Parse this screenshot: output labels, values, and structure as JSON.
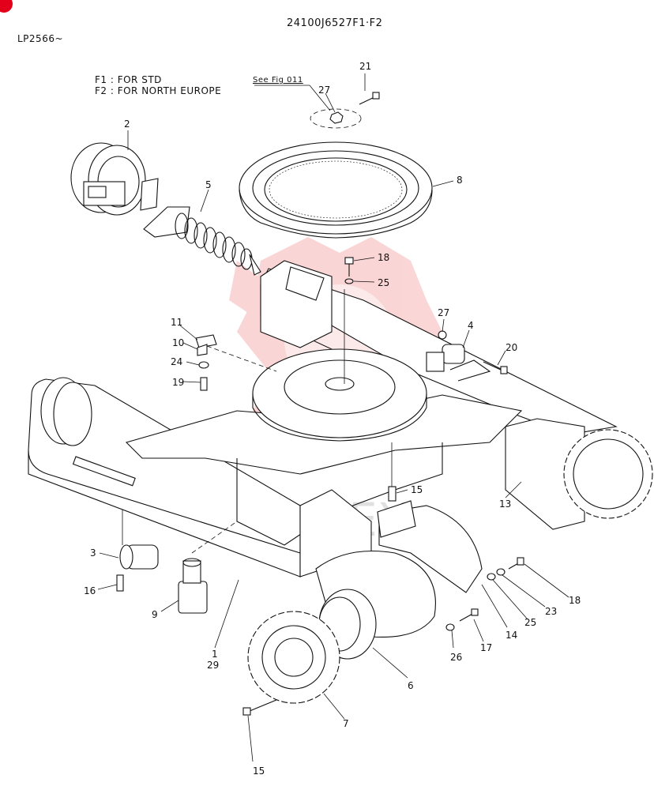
{
  "header": {
    "drawing_number": "24100J6527F1·F2",
    "serial_range": "LP2566~"
  },
  "legend": {
    "f1": "F1 : FOR  STD",
    "f2": "F2 : FOR  NORTH EUROPE",
    "see_fig": "See Fig 011"
  },
  "watermark": {
    "text": "MHTEX",
    "color": "#f08080"
  },
  "parts": [
    {
      "id": "p1",
      "label": "1"
    },
    {
      "id": "p29",
      "label": "29"
    },
    {
      "id": "p2",
      "label": "2"
    },
    {
      "id": "p3",
      "label": "3"
    },
    {
      "id": "p4",
      "label": "4"
    },
    {
      "id": "p5",
      "label": "5"
    },
    {
      "id": "p6",
      "label": "6"
    },
    {
      "id": "p7",
      "label": "7"
    },
    {
      "id": "p8",
      "label": "8"
    },
    {
      "id": "p9",
      "label": "9"
    },
    {
      "id": "p10",
      "label": "10"
    },
    {
      "id": "p11",
      "label": "11"
    },
    {
      "id": "p13",
      "label": "13"
    },
    {
      "id": "p14",
      "label": "14"
    },
    {
      "id": "p15a",
      "label": "15"
    },
    {
      "id": "p15b",
      "label": "15"
    },
    {
      "id": "p16",
      "label": "16"
    },
    {
      "id": "p17",
      "label": "17"
    },
    {
      "id": "p18a",
      "label": "18"
    },
    {
      "id": "p18b",
      "label": "18"
    },
    {
      "id": "p19",
      "label": "19"
    },
    {
      "id": "p20",
      "label": "20"
    },
    {
      "id": "p21",
      "label": "21"
    },
    {
      "id": "p23",
      "label": "23"
    },
    {
      "id": "p24",
      "label": "24"
    },
    {
      "id": "p25a",
      "label": "25"
    },
    {
      "id": "p25b",
      "label": "25"
    },
    {
      "id": "p26",
      "label": "26"
    },
    {
      "id": "p27a",
      "label": "27"
    },
    {
      "id": "p27b",
      "label": "27"
    }
  ]
}
